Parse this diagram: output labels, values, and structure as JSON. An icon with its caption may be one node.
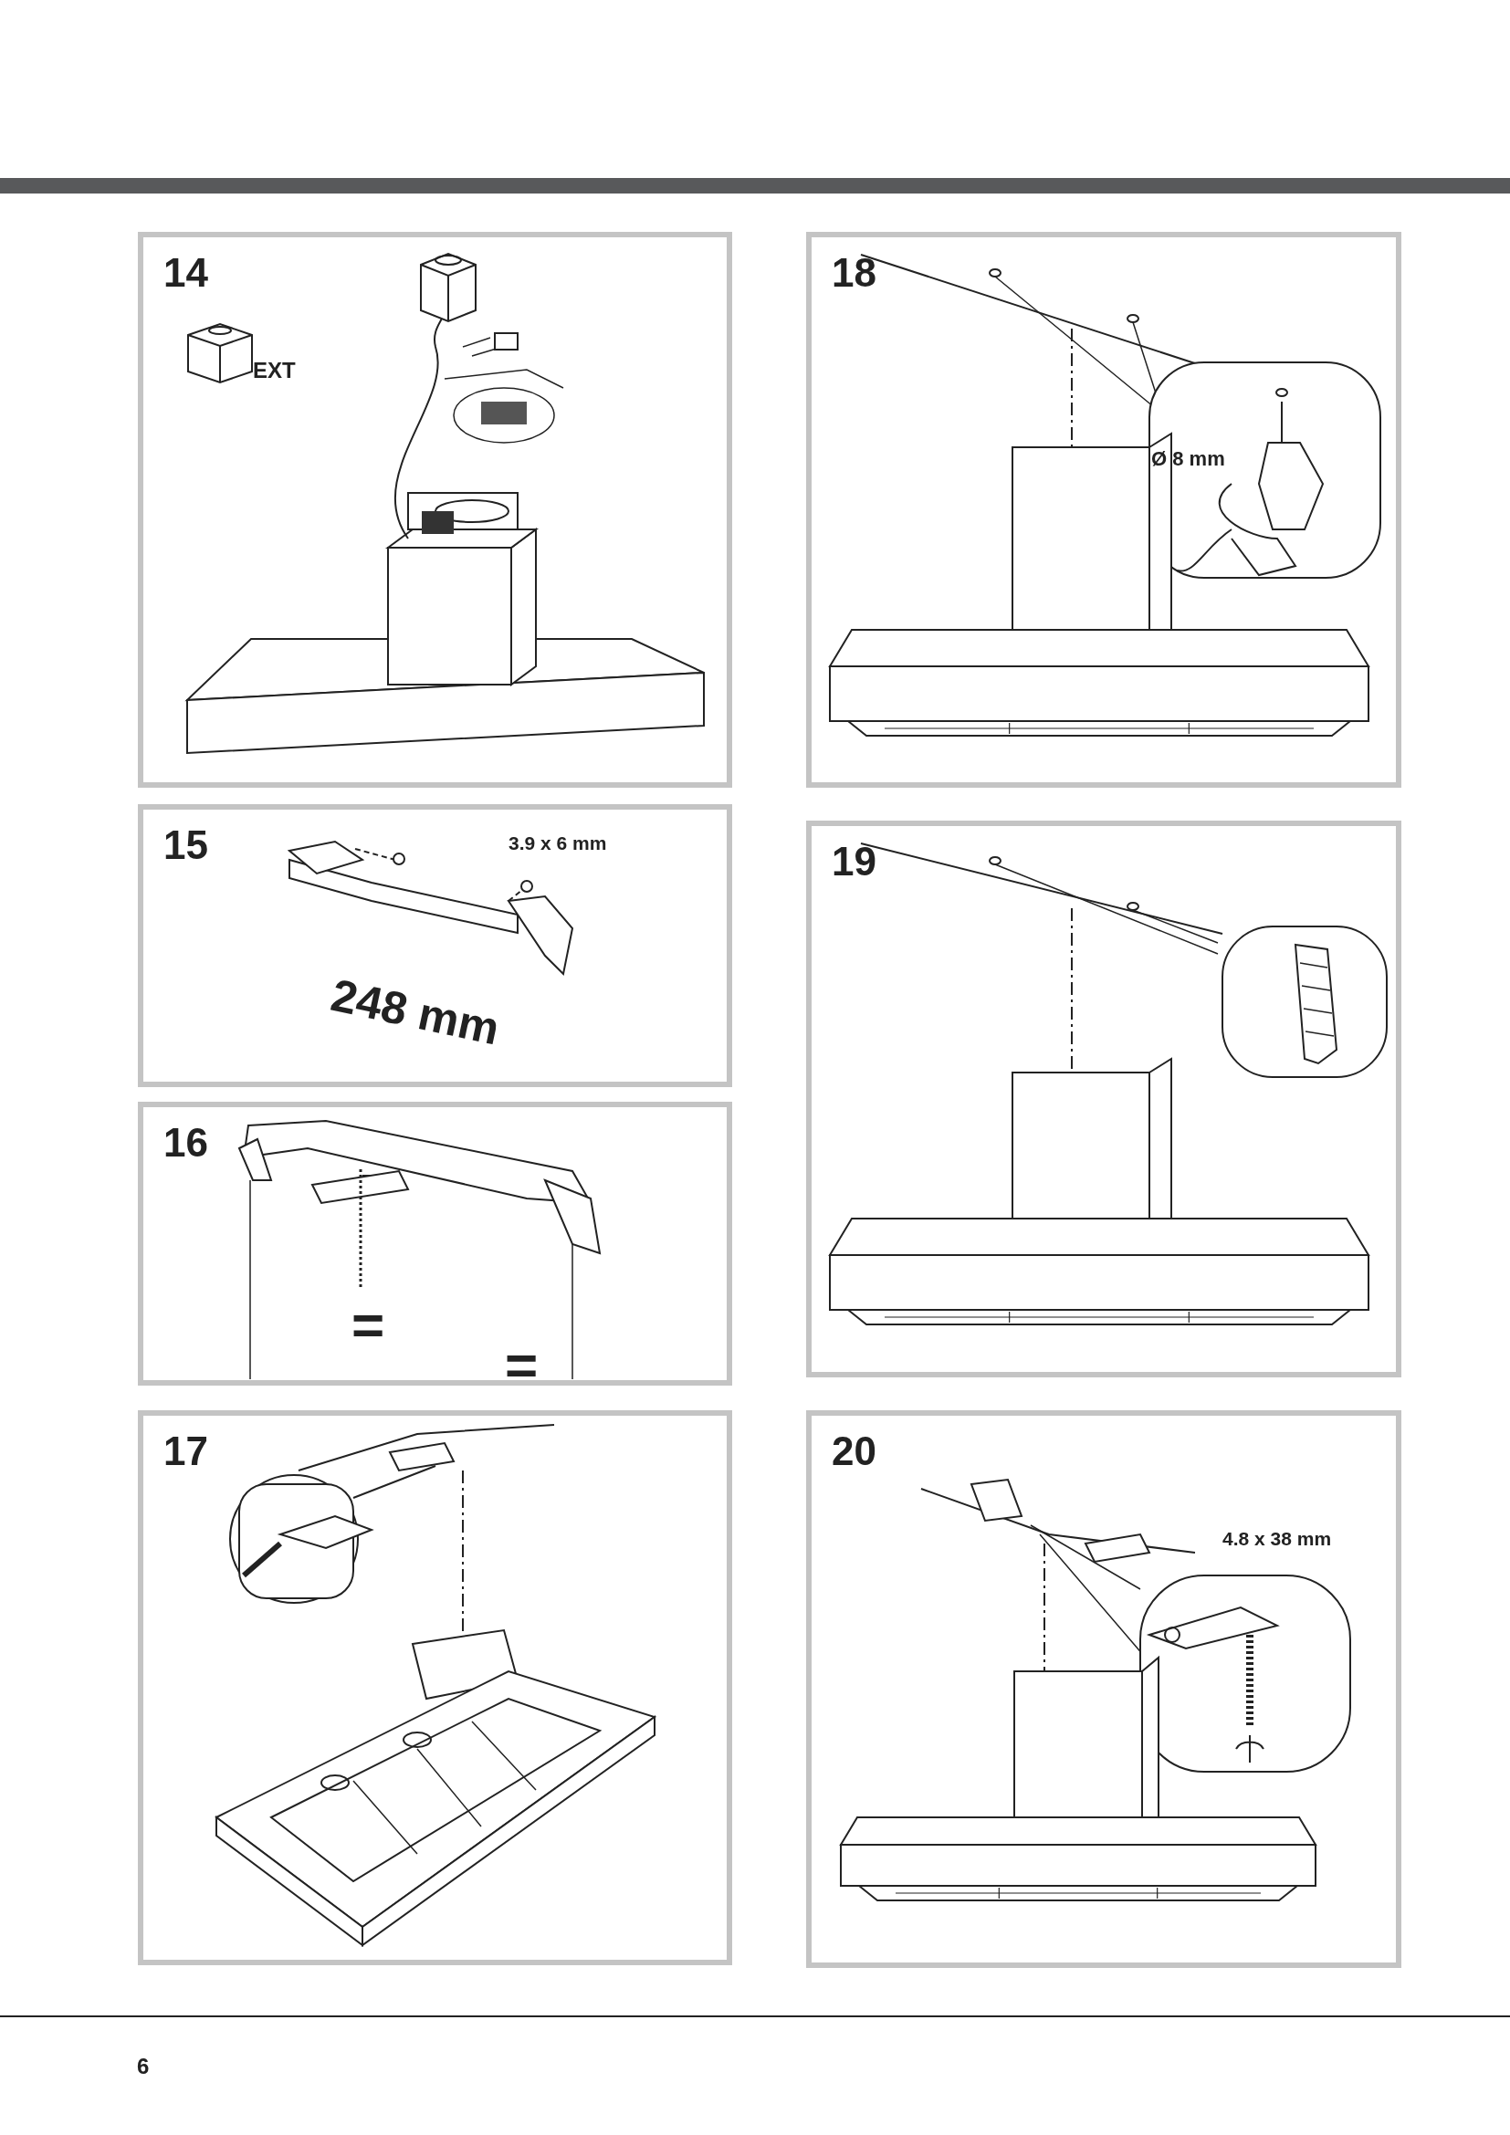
{
  "diagram": {
    "nodes": [
      {
        "text": [
          "14"
        ]
      },
      {
        "text": [
          "18"
        ]
      },
      {
        "text": [
          "15"
        ]
      },
      {
        "text": [
          "19"
        ]
      },
      {
        "text": [
          "16"
        ]
      },
      {
        "text": [
          "17"
        ]
      },
      {
        "text": [
          "20"
        ]
      }
    ],
    "labels": [
      "EXT",
      "Ø 8 mm",
      "3.9 x 6 mm",
      "248 mm",
      "=",
      "=",
      "4.8 x 38 mm",
      "6"
    ]
  }
}
